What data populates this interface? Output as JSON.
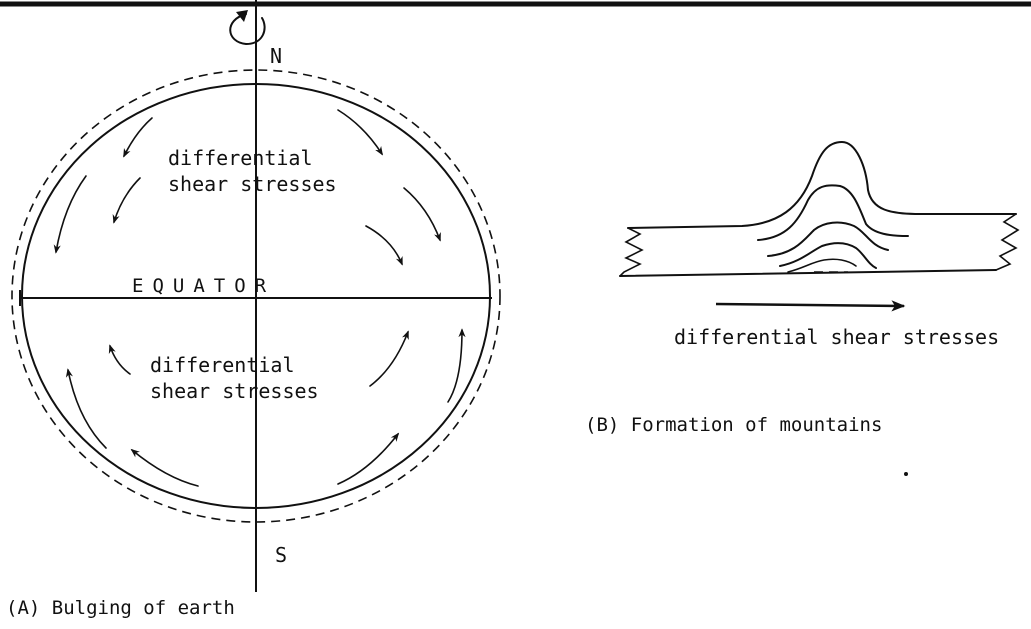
{
  "panel_a": {
    "north_label": "N",
    "south_label": "S",
    "equator_label": "EQUATOR",
    "upper_label_line1": "differential",
    "upper_label_line2": "shear  stresses",
    "lower_label_line1": "differential",
    "lower_label_line2": "shear  stresses",
    "caption": "(A) Bulging of earth"
  },
  "panel_b": {
    "arrow_label": "differential shear stresses",
    "caption": "(B) Formation of mountains"
  }
}
